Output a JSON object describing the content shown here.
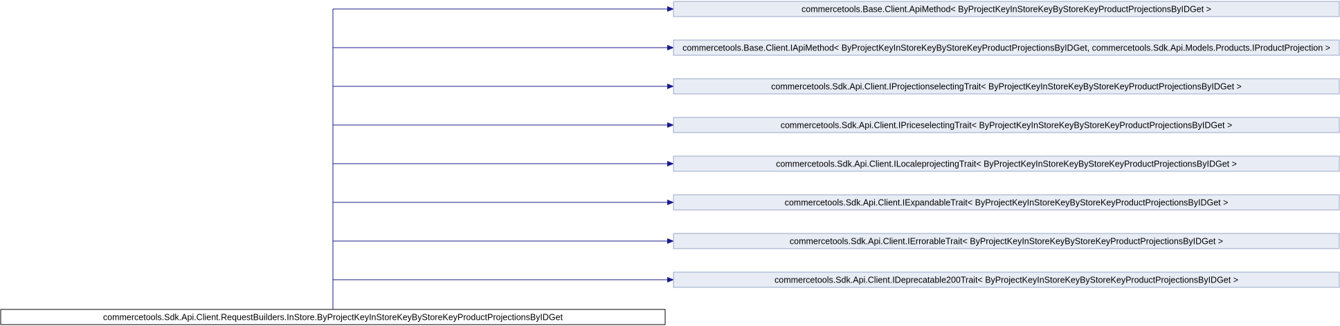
{
  "diagram": {
    "derived_class": "commercetools.Sdk.Api.Client.RequestBuilders.InStore.ByProjectKeyInStoreKeyByStoreKeyProductProjectionsByIDGet",
    "base_classes": [
      "commercetools.Base.Client.ApiMethod< ByProjectKeyInStoreKeyByStoreKeyProductProjectionsByIDGet >",
      "commercetools.Base.Client.IApiMethod< ByProjectKeyInStoreKeyByStoreKeyProductProjectionsByIDGet, commercetools.Sdk.Api.Models.Products.IProductProjection >",
      "commercetools.Sdk.Api.Client.IProjectionselectingTrait< ByProjectKeyInStoreKeyByStoreKeyProductProjectionsByIDGet >",
      "commercetools.Sdk.Api.Client.IPriceselectingTrait< ByProjectKeyInStoreKeyByStoreKeyProductProjectionsByIDGet >",
      "commercetools.Sdk.Api.Client.ILocaleprojectingTrait< ByProjectKeyInStoreKeyByStoreKeyProductProjectionsByIDGet >",
      "commercetools.Sdk.Api.Client.IExpandableTrait< ByProjectKeyInStoreKeyByStoreKeyProductProjectionsByIDGet >",
      "commercetools.Sdk.Api.Client.IErrorableTrait< ByProjectKeyInStoreKeyByStoreKeyProductProjectionsByIDGet >",
      "commercetools.Sdk.Api.Client.IDeprecatable200Trait< ByProjectKeyInStoreKeyByStoreKeyProductProjectionsByIDGet >"
    ],
    "colors": {
      "base_fill": "#e8ecf5",
      "base_stroke": "#9aa8c8",
      "derived_fill": "#ffffff",
      "derived_stroke": "#000000",
      "edge": "#1a1a8c"
    }
  }
}
